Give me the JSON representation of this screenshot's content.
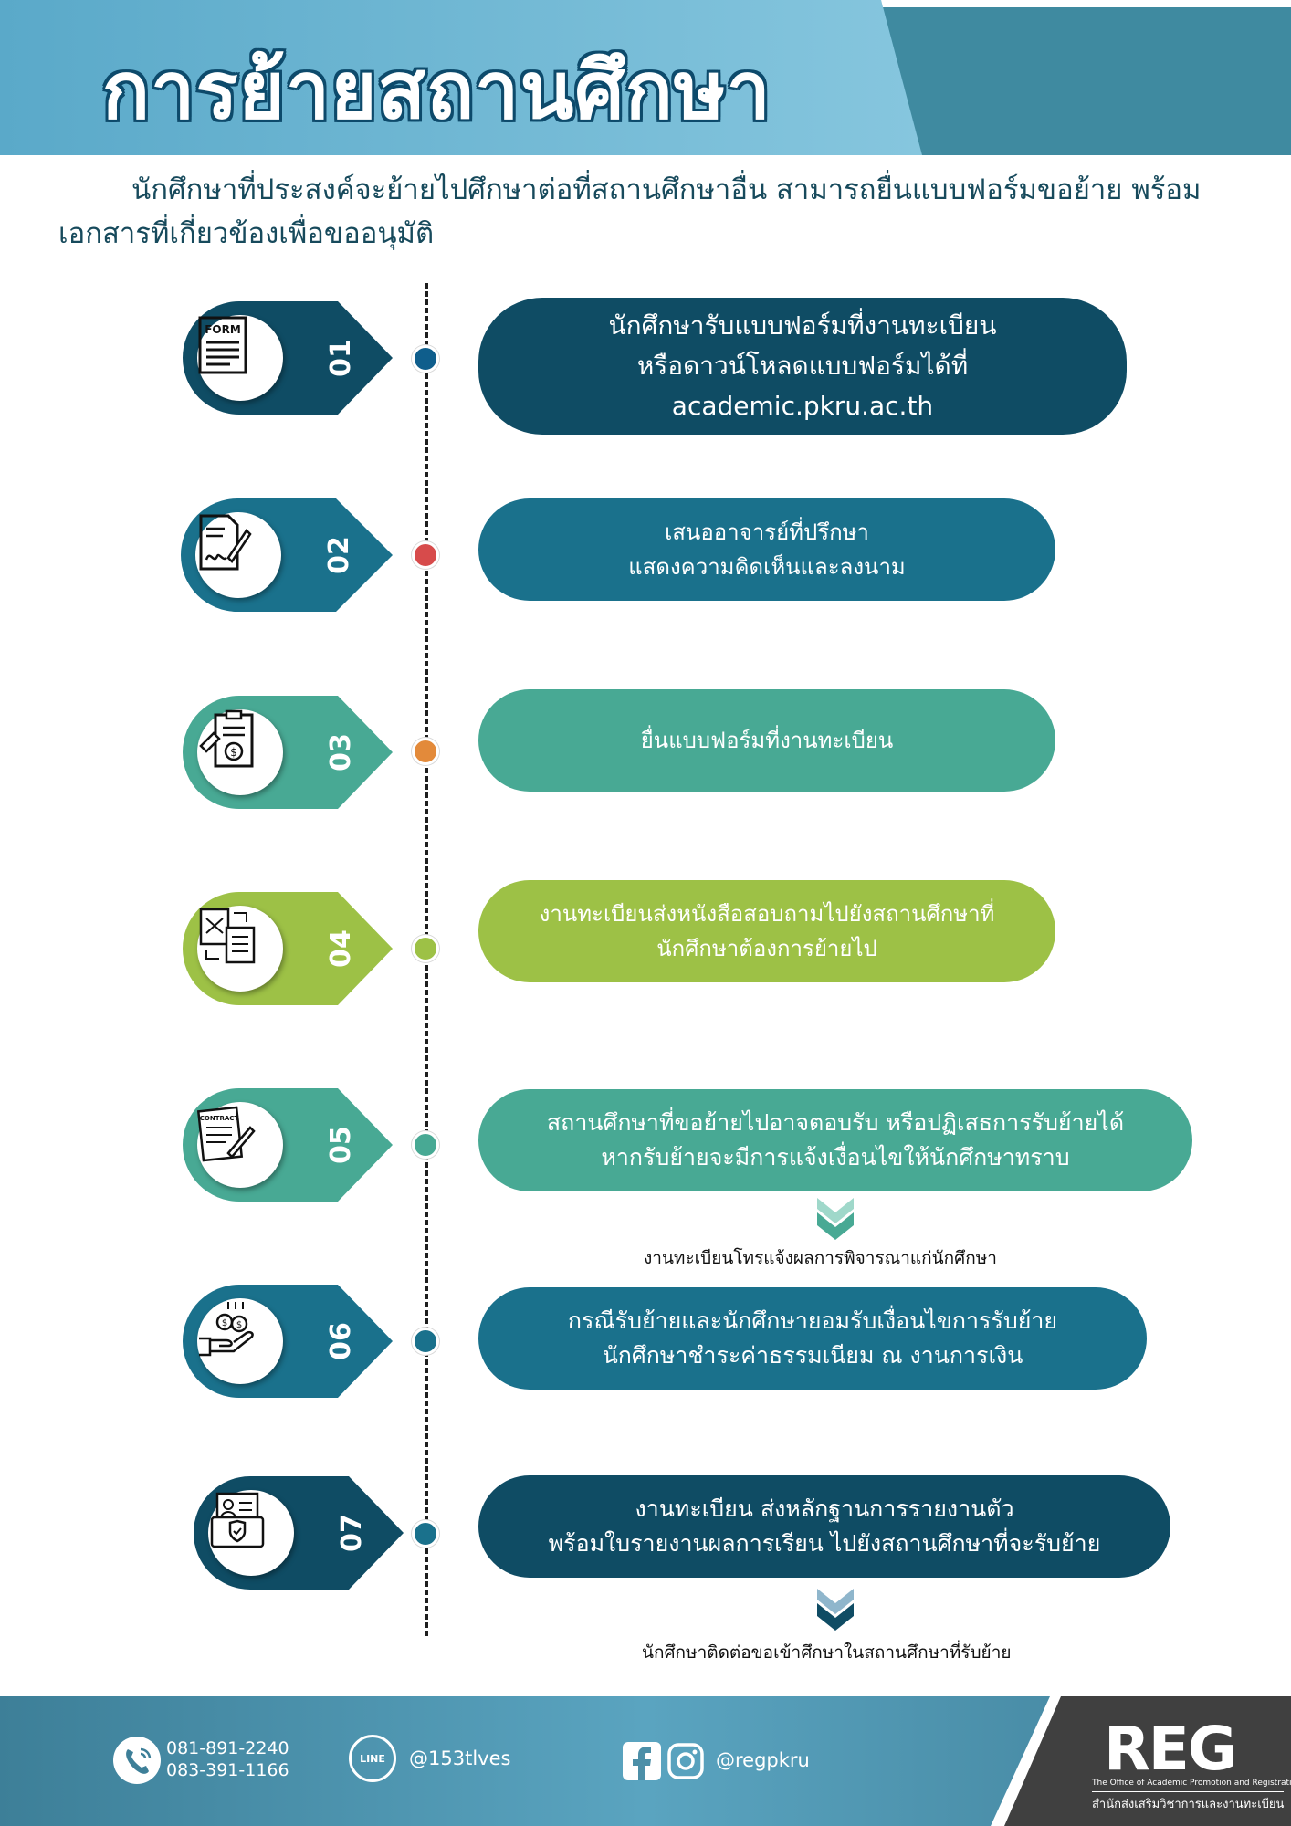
{
  "header": {
    "title": "การย้ายสถานศึกษา"
  },
  "intro": {
    "line1": "นักศึกษาที่ประสงค์จะย้ายไปศึกษาต่อที่สถานศึกษาอื่น สามารถยื่นแบบฟอร์มขอย้าย",
    "line2": "พร้อมเอกสารที่เกี่ยวข้องเพื่อขออนุมัติ"
  },
  "steps": [
    {
      "number": "01",
      "icon": "form-icon",
      "color": "#0f4c64",
      "dot": "#0f5e8c",
      "lines": [
        "นักศึกษารับแบบฟอร์มที่งานทะเบียน",
        "หรือดาวน์โหลดแบบฟอร์มได้ที่",
        "academic.pkru.ac.th"
      ]
    },
    {
      "number": "02",
      "icon": "signature-icon",
      "color": "#1a718c",
      "dot": "#d74b4b",
      "lines": [
        "เสนออาจารย์ที่ปรึกษา",
        "แสดงความคิดเห็นและลงนาม"
      ]
    },
    {
      "number": "03",
      "icon": "clipboard-fee-icon",
      "color": "#48a994",
      "dot": "#e38a3a",
      "lines": [
        "ยื่นแบบฟอร์มที่งานทะเบียน"
      ]
    },
    {
      "number": "04",
      "icon": "documents-exchange-icon",
      "color": "#9dc146",
      "dot": "#9dc146",
      "lines": [
        "งานทะเบียนส่งหนังสือสอบถามไปยังสถานศึกษาที่",
        "นักศึกษาต้องการย้ายไป"
      ]
    },
    {
      "number": "05",
      "icon": "contract-icon",
      "color": "#48a994",
      "dot": "#48a994",
      "lines": [
        "สถานศึกษาที่ขอย้ายไปอาจตอบรับ หรือปฏิเสธการรับย้ายได้",
        "หากรับย้ายจะมีการแจ้งเงื่อนไขให้นักศึกษาทราบ"
      ],
      "note": "งานทะเบียนโทรแจ้งผลการพิจารณาแก่นักศึกษา"
    },
    {
      "number": "06",
      "icon": "payment-hand-icon",
      "color": "#1a718c",
      "dot": "#1a718c",
      "lines": [
        "กรณีรับย้ายและนักศึกษายอมรับเงื่อนไขการรับย้าย",
        "นักศึกษาชำระค่าธรรมเนียม ณ งานการเงิน"
      ]
    },
    {
      "number": "07",
      "icon": "report-shield-icon",
      "color": "#0f4c64",
      "dot": "#1a718c",
      "lines": [
        "งานทะเบียน ส่งหลักฐานการรายงานตัว",
        "พร้อมใบรายงานผลการเรียน ไปยังสถานศึกษาที่จะรับย้าย"
      ],
      "note": "นักศึกษาติดต่อขอเข้าศึกษาในสถานศึกษาที่รับย้าย"
    }
  ],
  "footer": {
    "phone1": "081-891-2240",
    "phone2": "083-391-1166",
    "line_icon_label": "LINE",
    "line_id": "@153tlves",
    "social": "@regpkru",
    "logo_text": "REG",
    "logo_en": "The Office of Academic Promotion and Registration",
    "logo_th": "สำนักส่งเสริมวิชาการและงานทะเบียน"
  }
}
